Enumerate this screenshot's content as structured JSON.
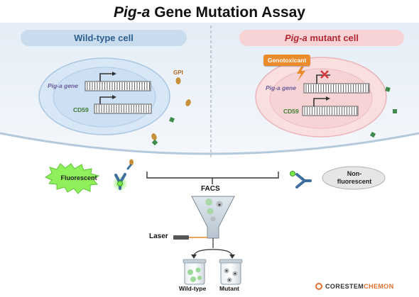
{
  "title": {
    "italic": "Pig-a",
    "rest": " Gene Mutation Assay"
  },
  "wild_type": {
    "header": "Wild-type cell",
    "gene_label": "Pig-a gene",
    "cd59_label": "CD59",
    "gpi_label": "GPI"
  },
  "mutant": {
    "header_italic": "Pig-a",
    "header_rest": " mutant cell",
    "gene_label": "Pig-a gene",
    "cd59_label": "CD59",
    "genotoxicant": "Genotoxicant"
  },
  "facs": {
    "label": "FACS",
    "laser_label": "Laser"
  },
  "results": {
    "fluorescent": "Fluorescent",
    "non_fluorescent": "Non-\nfluorescent",
    "wild_type_tube": "Wild-type",
    "mutant_tube": "Mutant"
  },
  "logo": {
    "part1": "CORESTEM",
    "part2": "CHEMON"
  },
  "colors": {
    "wild_type_accent": "#2d5f8f",
    "mutant_accent": "#b32833",
    "genotoxicant": "#ea8c2c",
    "fluorescent_glow": "#7be84a",
    "gpi": "#c8903a",
    "cd59_marker": "#3f8a4a",
    "logo_accent": "#e56f2c"
  }
}
